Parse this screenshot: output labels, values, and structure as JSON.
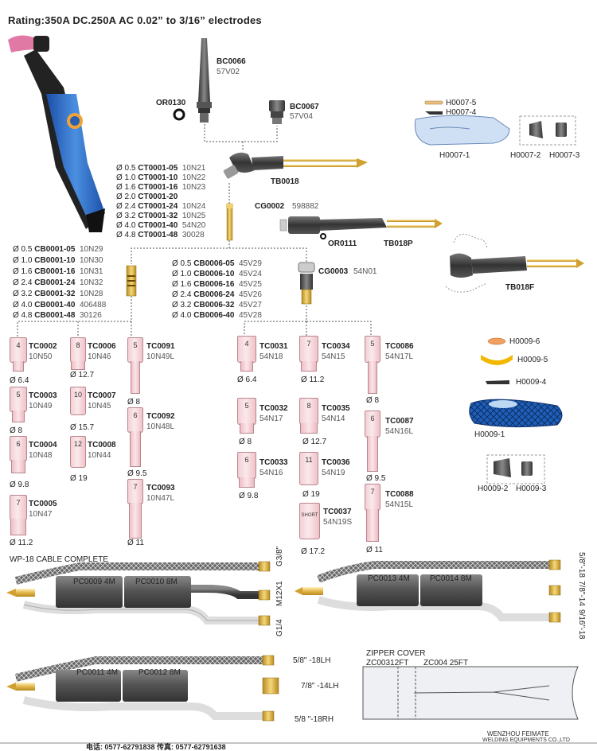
{
  "header": {
    "rating": "Rating:350A DC.250A  AC 0.02” to 3/16” electrodes"
  },
  "top_parts": {
    "bc0066": {
      "code": "BC0066",
      "alt": "57V02"
    },
    "or0130": {
      "code": "OR0130"
    },
    "bc0067": {
      "code": "BC0067",
      "alt": "57V04"
    },
    "tb0018": {
      "code": "TB0018"
    },
    "cg0002": {
      "code": "CG0002",
      "alt": "598882"
    },
    "or0111": {
      "code": "OR0111"
    },
    "tb018p": {
      "code": "TB018P"
    },
    "tb018f": {
      "code": "TB018F"
    },
    "cg0003": {
      "code": "CG0003",
      "alt": "54N01"
    }
  },
  "collets": [
    {
      "size": "Ø 0.5",
      "code": "CT0001-05",
      "alt": "10N21"
    },
    {
      "size": "Ø 1.0",
      "code": "CT0001-10",
      "alt": "10N22"
    },
    {
      "size": "Ø 1.6",
      "code": "CT0001-16",
      "alt": "10N23"
    },
    {
      "size": "Ø 2.0",
      "code": "CT0001-20",
      "alt": ""
    },
    {
      "size": "Ø 2.4",
      "code": "CT0001-24",
      "alt": "10N24"
    },
    {
      "size": "Ø 3.2",
      "code": "CT0001-32",
      "alt": "10N25"
    },
    {
      "size": "Ø 4.0",
      "code": "CT0001-40",
      "alt": "54N20"
    },
    {
      "size": "Ø 4.8",
      "code": "CT0001-48",
      "alt": "30028"
    }
  ],
  "collet_bodies": [
    {
      "size": "Ø 0.5",
      "code": "CB0001-05",
      "alt": "10N29"
    },
    {
      "size": "Ø 1.0",
      "code": "CB0001-10",
      "alt": "10N30"
    },
    {
      "size": "Ø 1.6",
      "code": "CB0001-16",
      "alt": "10N31"
    },
    {
      "size": "Ø 2.4",
      "code": "CB0001-24",
      "alt": "10N32"
    },
    {
      "size": "Ø 3.2",
      "code": "CB0001-32",
      "alt": "10N28"
    },
    {
      "size": "Ø 4.0",
      "code": "CB0001-40",
      "alt": "406488"
    },
    {
      "size": "Ø 4.8",
      "code": "CB0001-48",
      "alt": "30126"
    }
  ],
  "gas_lens": [
    {
      "size": "Ø 0.5",
      "code": "CB0006-05",
      "alt": "45V29"
    },
    {
      "size": "Ø 1.0",
      "code": "CB0006-10",
      "alt": "45V24"
    },
    {
      "size": "Ø 1.6",
      "code": "CB0006-16",
      "alt": "45V25"
    },
    {
      "size": "Ø 2.4",
      "code": "CB0006-24",
      "alt": "45V26"
    },
    {
      "size": "Ø 3.2",
      "code": "CB0006-32",
      "alt": "45V27"
    },
    {
      "size": "Ø 4.0",
      "code": "CB0006-40",
      "alt": "45V28"
    }
  ],
  "handle_parts": {
    "h0007_5": "H0007-5",
    "h0007_4": "H0007-4",
    "h0007_1": "H0007-1",
    "h0007_2": "H0007-2",
    "h0007_3": "H0007-3",
    "h0009_6": "H0009-6",
    "h0009_5": "H0009-5",
    "h0009_4": "H0009-4",
    "h0009_1": "H0009-1",
    "h0009_2": "H0009-2",
    "h0009_3": "H0009-3"
  },
  "cups": [
    {
      "num": "4",
      "code": "TC0002",
      "alt": "10N50",
      "dia": "Ø 6.4"
    },
    {
      "num": "5",
      "code": "TC0003",
      "alt": "10N49",
      "dia": "Ø 8"
    },
    {
      "num": "6",
      "code": "TC0004",
      "alt": "10N48",
      "dia": "Ø 9.8"
    },
    {
      "num": "7",
      "code": "TC0005",
      "alt": "10N47",
      "dia": "Ø 11.2"
    },
    {
      "num": "8",
      "code": "TC0006",
      "alt": "10N46",
      "dia": "Ø 12.7"
    },
    {
      "num": "10",
      "code": "TC0007",
      "alt": "10N45",
      "dia": "Ø 15.7"
    },
    {
      "num": "12",
      "code": "TC0008",
      "alt": "10N44",
      "dia": "Ø 19"
    },
    {
      "num": "5",
      "code": "TC0091",
      "alt": "10N49L",
      "dia": "Ø 8"
    },
    {
      "num": "6",
      "code": "TC0092",
      "alt": "10N48L",
      "dia": "Ø 9.5"
    },
    {
      "num": "7",
      "code": "TC0093",
      "alt": "10N47L",
      "dia": "Ø 11"
    },
    {
      "num": "4",
      "code": "TC0031",
      "alt": "54N18",
      "dia": "Ø 6.4"
    },
    {
      "num": "5",
      "code": "TC0032",
      "alt": "54N17",
      "dia": "Ø 8"
    },
    {
      "num": "6",
      "code": "TC0033",
      "alt": "54N16",
      "dia": "Ø 9.8"
    },
    {
      "num": "7",
      "code": "TC0034",
      "alt": "54N15",
      "dia": "Ø 11.2"
    },
    {
      "num": "8",
      "code": "TC0035",
      "alt": "54N14",
      "dia": "Ø 12.7"
    },
    {
      "num": "11",
      "code": "TC0036",
      "alt": "54N19",
      "dia": "Ø 19"
    },
    {
      "num": "SHORT",
      "code": "TC0037",
      "alt": "54N19S",
      "dia": "Ø 17.2"
    },
    {
      "num": "5",
      "code": "TC0086",
      "alt": "54N17L",
      "dia": "Ø 8"
    },
    {
      "num": "6",
      "code": "TC0087",
      "alt": "54N16L",
      "dia": "Ø 9.5"
    },
    {
      "num": "7",
      "code": "TC0088",
      "alt": "54N15L",
      "dia": "Ø 11"
    }
  ],
  "cables": {
    "complete_title": "WP-18  CABLE COMPLETE",
    "set1": {
      "a": "PC0009  4M",
      "b": "PC0010  8M",
      "fit1": "G3/8\"",
      "fit2": "M12X1",
      "fit3": "G1/4"
    },
    "set2": {
      "a": "PC0013  4M",
      "b": "PC0014  8M",
      "fit1": "5/8\"-18",
      "fit2": "7/8\"-14",
      "fit3": "9/16\"-18"
    },
    "set3": {
      "a": "PC0011  4M",
      "b": "PC0012  8M",
      "fit1": "5/8\" -18LH",
      "fit2": "7/8\" -14LH",
      "fit3": "5/8 \"-18RH"
    },
    "zipper_title": "ZIPPER COVER",
    "zipper_a": "ZC00312FT",
    "zipper_b": "ZC004 25FT"
  },
  "footer": {
    "phone": "电话: 0577-62791838   传真: 0577-62791638",
    "brand1": "WENZHOU FEIMATE",
    "brand2": "WELDING EQUIPMENTS CO.,LTD"
  },
  "colors": {
    "cup": "#f3cfd4",
    "handle_blue": "#2f6fc9",
    "brass": "#e8c45a",
    "cable": "#5a5a5a"
  }
}
